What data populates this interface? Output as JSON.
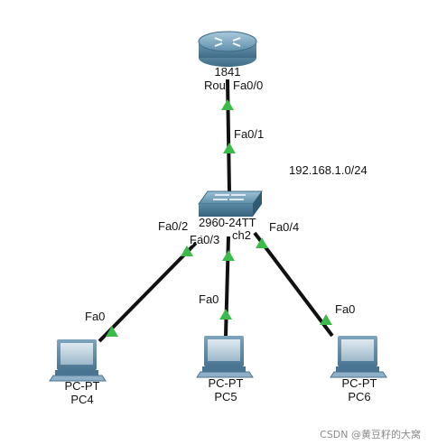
{
  "router": {
    "model": "1841",
    "name": "Rou",
    "port": "Fa0/0"
  },
  "switch": {
    "model": "2960-24TT",
    "name": "ch2",
    "uplink_port": "Fa0/1",
    "port_pc4": "Fa0/2",
    "port_pc5": "Fa0/3",
    "port_pc6": "Fa0/4"
  },
  "network_label": "192.168.1.0/24",
  "pcs": [
    {
      "type": "PC-PT",
      "name": "PC4",
      "port": "Fa0"
    },
    {
      "type": "PC-PT",
      "name": "PC5",
      "port": "Fa0"
    },
    {
      "type": "PC-PT",
      "name": "PC6",
      "port": "Fa0"
    }
  ],
  "watermark": "CSDN @黄豆籽的大窝",
  "colors": {
    "link": "#111111",
    "link_up_indicator": "#3dbb4a",
    "router_body": "#6f9bb5",
    "switch_body": "#5d8ea8",
    "pc_body": "#5f8aa6"
  }
}
